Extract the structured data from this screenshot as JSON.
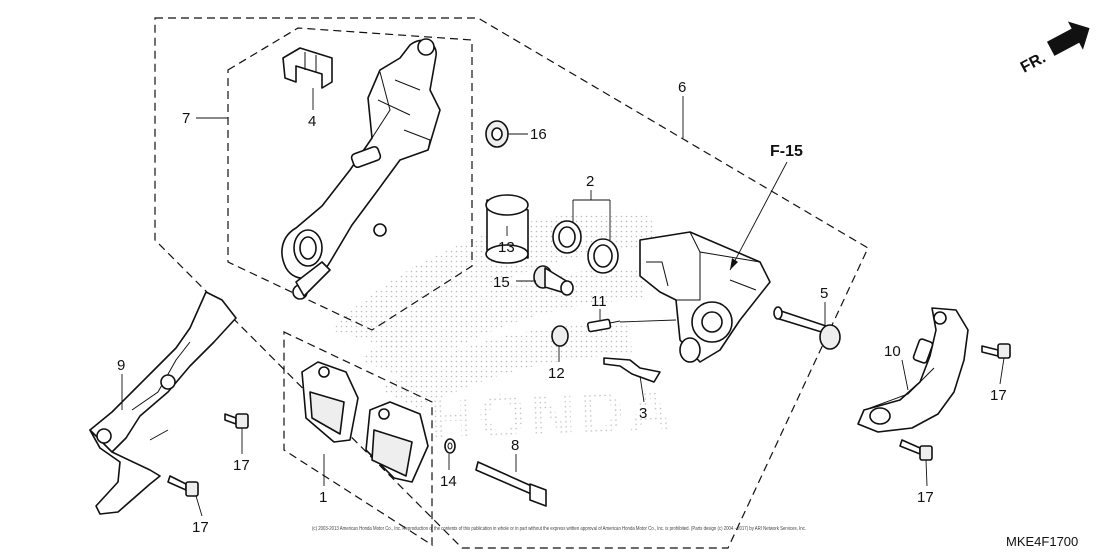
{
  "diagram": {
    "orientation_label": "FR.",
    "reference_label": "F-15",
    "drawing_code": "MKE4F1700",
    "watermark": "HONDA",
    "copyright": "(c) 2003-2013 American Honda Motor Co., Inc. Reproduction of the contents of this publication in whole or in part without the express written approval of American Honda Motor Co., Inc. is prohibited. (Parts design (c) 2004 - 2017) by ARI Network Services, Inc.",
    "callouts": {
      "c1": "1",
      "c2": "2",
      "c3": "3",
      "c4": "4",
      "c5": "5",
      "c6": "6",
      "c7": "7",
      "c8": "8",
      "c9": "9",
      "c10": "10",
      "c11": "11",
      "c12": "12",
      "c13": "13",
      "c14": "14",
      "c15": "15",
      "c16": "16",
      "c17a": "17",
      "c17b": "17",
      "c17c": "17",
      "c17d": "17"
    }
  }
}
